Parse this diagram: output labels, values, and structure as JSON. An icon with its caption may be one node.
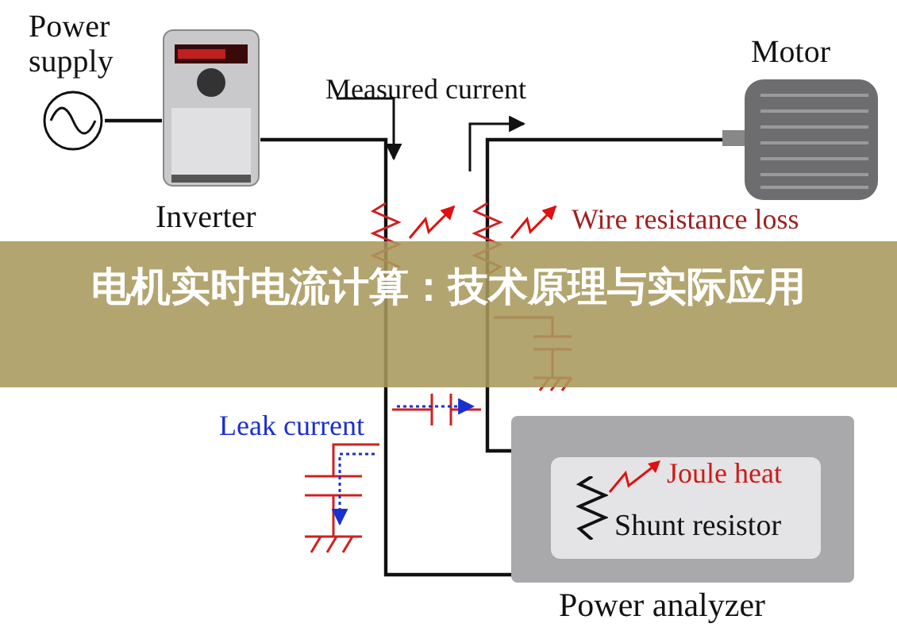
{
  "diagram": {
    "title": "电机实时电流计算：技术原理与实际应用",
    "nodes": [
      {
        "text": [
          "Power supply"
        ]
      },
      {
        "text": [
          "Inverter"
        ]
      },
      {
        "text": [
          "Motor"
        ]
      },
      {
        "text": [
          "Power analyzer"
        ]
      },
      {
        "text": [
          "Shunt resistor"
        ],
        "in": 3
      }
    ],
    "edges": [
      {
        "from": 0,
        "to": 1,
        "arrow": "none"
      },
      {
        "from": 1,
        "to": 4,
        "arrow": "none"
      },
      {
        "from": 4,
        "to": 2,
        "arrow": "none"
      }
    ],
    "labels": [
      "Measured current",
      "Wire resistance loss",
      "Leak current",
      "Joule heat"
    ]
  }
}
